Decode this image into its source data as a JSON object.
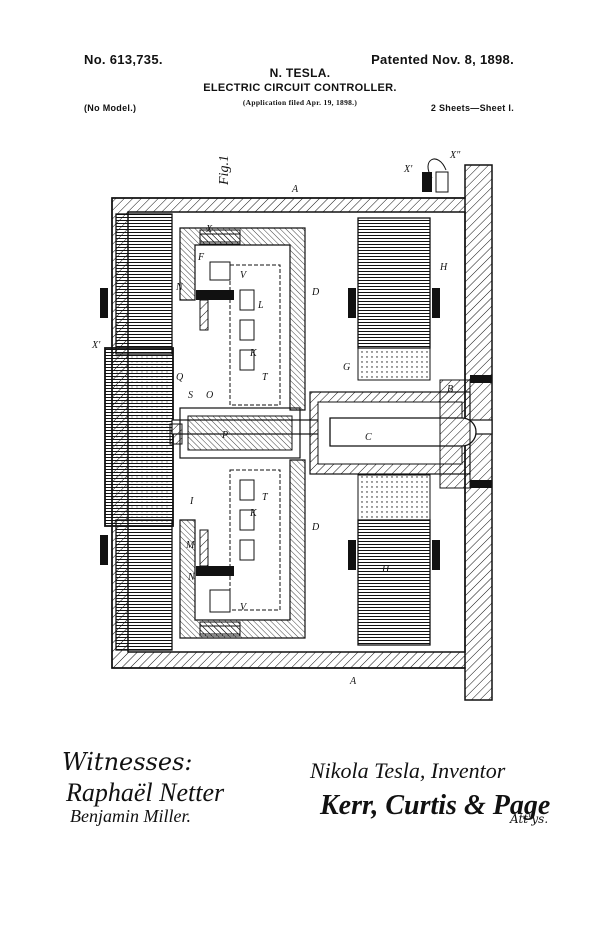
{
  "header": {
    "patent_no": "No. 613,735.",
    "patent_date": "Patented Nov. 8, 1898.",
    "inventor": "N. TESLA.",
    "title": "ELECTRIC CIRCUIT CONTROLLER.",
    "application": "(Application filed Apr. 19, 1898.)",
    "model": "(No Model.)",
    "sheets": "2 Sheets—Sheet I."
  },
  "figure": {
    "label": "Fig.1",
    "part_labels": {
      "A": "A",
      "A2": "A",
      "B": "B",
      "C": "C",
      "D": "D",
      "D2": "D",
      "F": "F",
      "G": "G",
      "H": "H",
      "H2": "H",
      "I": "I",
      "K": "K",
      "K2": "K",
      "L": "L",
      "M": "M",
      "N": "N",
      "N2": "N",
      "O": "O",
      "P": "P",
      "Q": "Q",
      "S": "S",
      "T": "T",
      "T2": "T",
      "V": "V",
      "V2": "V",
      "X": "X",
      "Xp": "X'",
      "Xpp": "X\"",
      "Xq": "X'"
    }
  },
  "signatures": {
    "witnesses_label": "Witnesses:",
    "witness_1": "Raphaël Netter",
    "witness_2": "Benjamin Miller.",
    "inventor": "Nikola Tesla, Inventor",
    "attorney": "Kerr, Curtis & Page",
    "attys": "Att'ys."
  },
  "colors": {
    "ink": "#111111",
    "paper": "#ffffff"
  }
}
